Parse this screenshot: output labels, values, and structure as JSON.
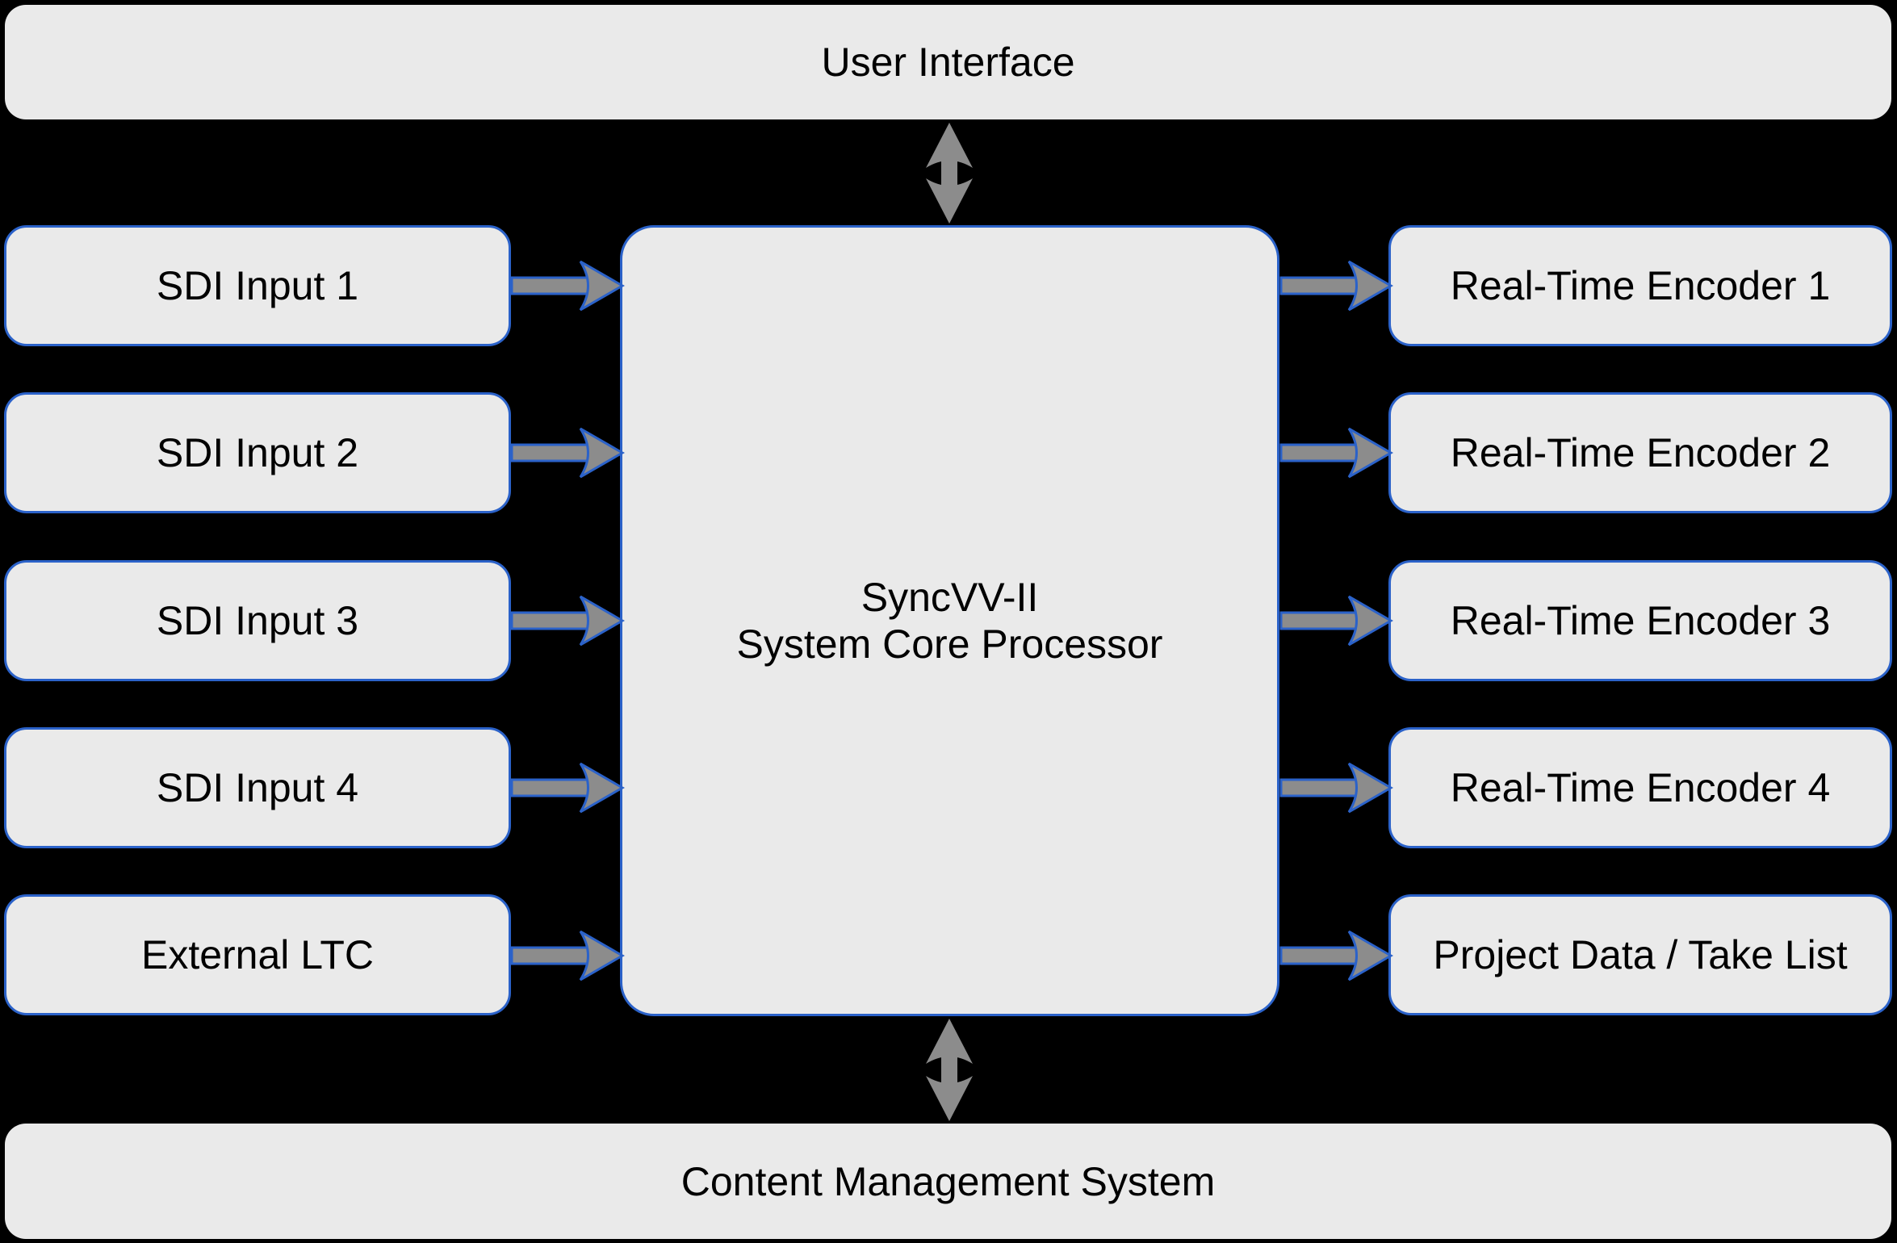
{
  "colors": {
    "background": "#000000",
    "node_fill": "#eaeaea",
    "node_border": "#2b62c9",
    "arrow_fill": "#8c8c8c",
    "text_color": "#000000"
  },
  "top_bar": {
    "label": "User Interface"
  },
  "bottom_bar": {
    "label": "Content Management System"
  },
  "core": {
    "line1": "SyncVV-II",
    "line2": "System Core Processor"
  },
  "inputs": [
    "SDI Input 1",
    "SDI Input 2",
    "SDI Input 3",
    "SDI Input 4",
    "External LTC"
  ],
  "outputs": [
    "Real-Time Encoder 1",
    "Real-Time Encoder 2",
    "Real-Time Encoder 3",
    "Real-Time Encoder 4",
    "Project Data / Take List"
  ]
}
